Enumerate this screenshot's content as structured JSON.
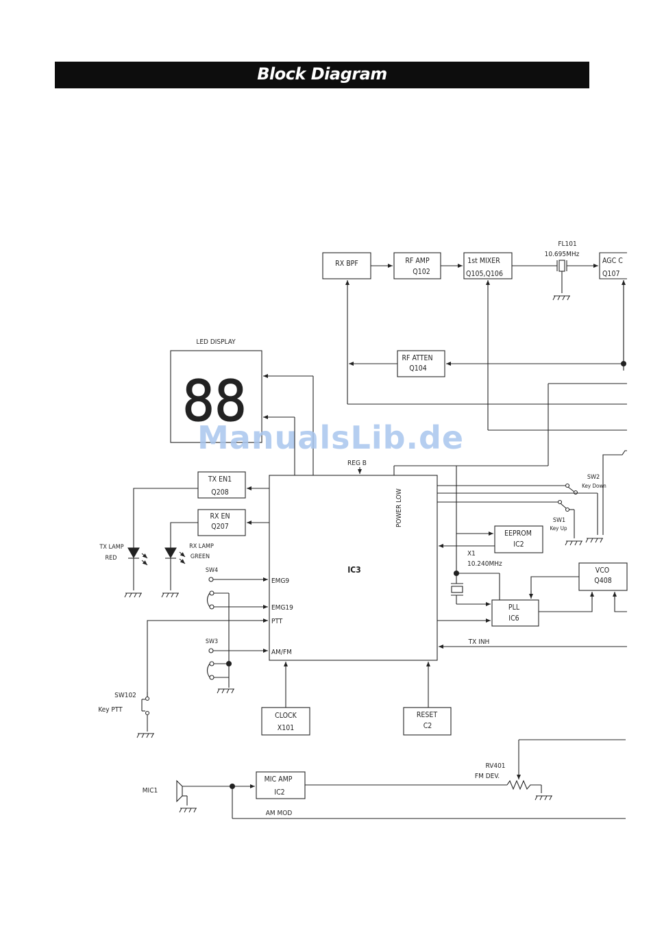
{
  "header": {
    "title": "Block Diagram"
  },
  "watermark": "ManualsLib.de",
  "blocks": {
    "rx_bpf": {
      "l1": "RX  BPF"
    },
    "rf_amp": {
      "l1": "RF  AMP",
      "l2": "Q102"
    },
    "mixer": {
      "l1": "1st  MIXER",
      "l2": "Q105,Q106"
    },
    "agc": {
      "l1": "AGC  C",
      "l2": "Q107"
    },
    "rf_atten": {
      "l1": "RF  ATTEN",
      "l2": "Q104"
    },
    "tx_en": {
      "l1": "TX  EN1",
      "l2": "Q208"
    },
    "rx_en": {
      "l1": "RX  EN",
      "l2": "Q207"
    },
    "eeprom": {
      "l1": "EEPROM",
      "l2": "IC2"
    },
    "vco": {
      "l1": "VCO",
      "l2": "Q408"
    },
    "pll": {
      "l1": "PLL",
      "l2": "IC6"
    },
    "clock": {
      "l1": "CLOCK",
      "l2": "X101"
    },
    "reset": {
      "l1": "RESET",
      "l2": "C2"
    },
    "mic_amp": {
      "l1": "MIC  AMP",
      "l2": "IC2"
    },
    "ic3": {
      "l1": "IC3"
    }
  },
  "led_display": {
    "label": "LED  DISPLAY",
    "digits": "88"
  },
  "labels": {
    "fl101": "FL101",
    "fl101_freq": "10.695MHz",
    "reg_b": "REG  B",
    "power_low": "POWER  LOW",
    "x1": "X1",
    "x1_freq": "10.240MHz",
    "tx_inh": "TX  INH",
    "sw2": "SW2",
    "key_down": "Key  Down",
    "sw1": "SW1",
    "key_up": "Key  Up",
    "sw4": "SW4",
    "sw3": "SW3",
    "emg9": "EMG9",
    "emg19": "EMG19",
    "ptt": "PTT",
    "am_fm": "AM/FM",
    "tx_lamp": "TX  LAMP",
    "tx_lamp_color": "RED",
    "rx_lamp": "RX    LAMP",
    "rx_lamp_color": "GREEN",
    "sw102": "SW102",
    "key_ptt": "Key  PTT",
    "mic1": "MIC1",
    "rv401": "RV401",
    "fm_dev": "FM  DEV.",
    "am_mod": "AM  MOD"
  }
}
